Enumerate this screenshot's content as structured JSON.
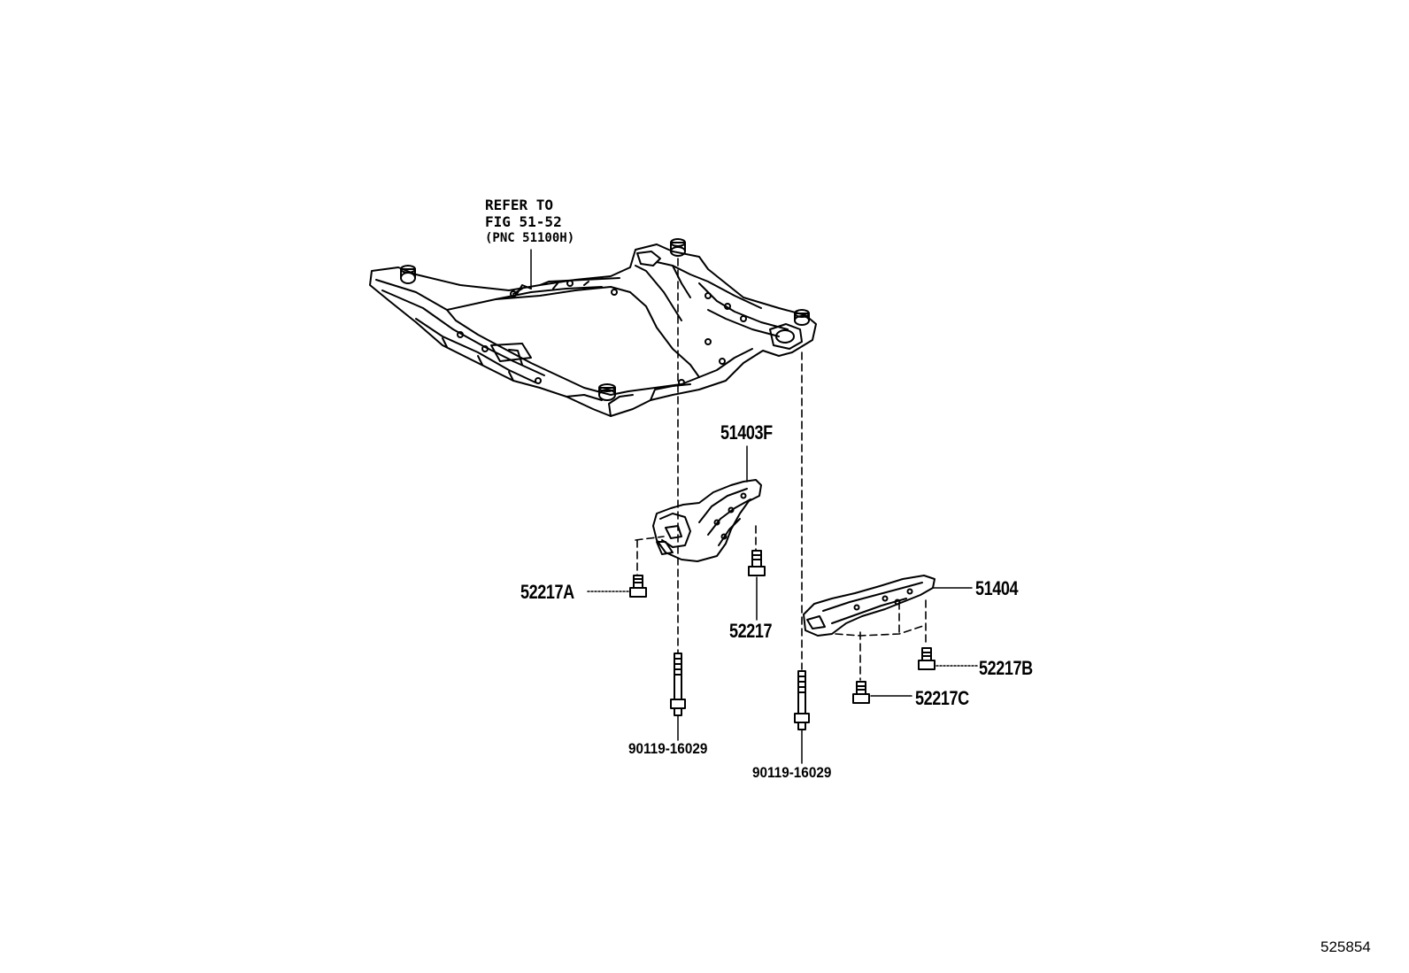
{
  "note": {
    "line1": "REFER TO",
    "line2": "FIG 51-52",
    "line3": "(PNC 51100H)"
  },
  "parts": {
    "crossmember_front_left": "51403F",
    "crossmember_rear": "51404",
    "bolt_a": "52217A",
    "bolt": "52217",
    "bolt_b": "52217B",
    "bolt_c": "52217C",
    "stud_bolt_left": "90119-16029",
    "stud_bolt_right": "90119-16029"
  },
  "figure_id": "525854"
}
